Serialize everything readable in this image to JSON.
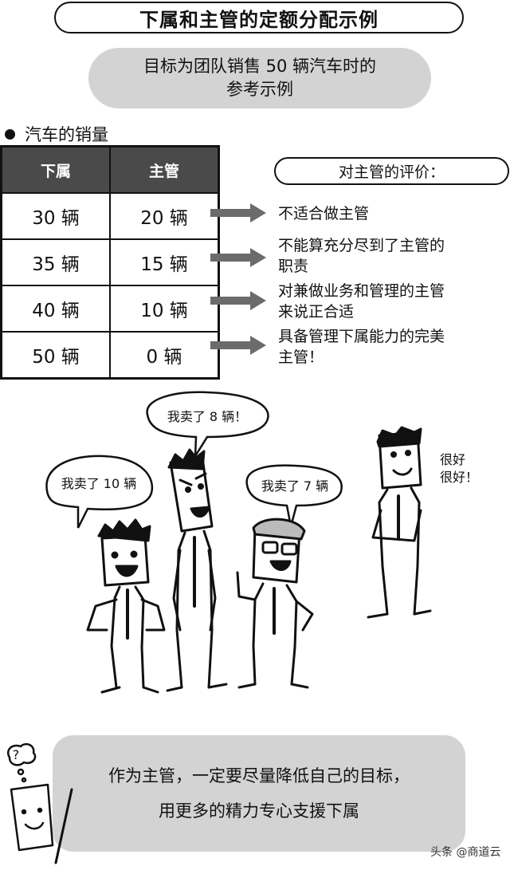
{
  "title": "下属和主管的定额分配示例",
  "scenario": {
    "line1": "目标为团队销售 50 辆汽车时的",
    "line2": "参考示例"
  },
  "section_heading": "汽车的销量",
  "table": {
    "headers": [
      "下属",
      "主管"
    ],
    "rows": [
      [
        "30 辆",
        "20 辆"
      ],
      [
        "35 辆",
        "15 辆"
      ],
      [
        "40 辆",
        "10 辆"
      ],
      [
        "50 辆",
        "0 辆"
      ]
    ]
  },
  "evaluation": {
    "heading": "对主管的评价：",
    "items": [
      [
        "不适合做主管"
      ],
      [
        "不能算充分尽到了主管的",
        "职责"
      ],
      [
        "对兼做业务和管理的主管",
        "来说正合适"
      ],
      [
        "具备管理下属能力的完美",
        "主管！"
      ]
    ]
  },
  "speech": {
    "left": "我卖了 10 辆",
    "top": "我卖了 8 辆！",
    "middle": "我卖了 7 辆",
    "manager_line1": "很好",
    "manager_line2": "很好！"
  },
  "summary": {
    "line1": "作为主管，一定要尽量降低自己的目标，",
    "line2": "用更多的精力专心支援下属"
  },
  "credit": "头条 @商道云"
}
